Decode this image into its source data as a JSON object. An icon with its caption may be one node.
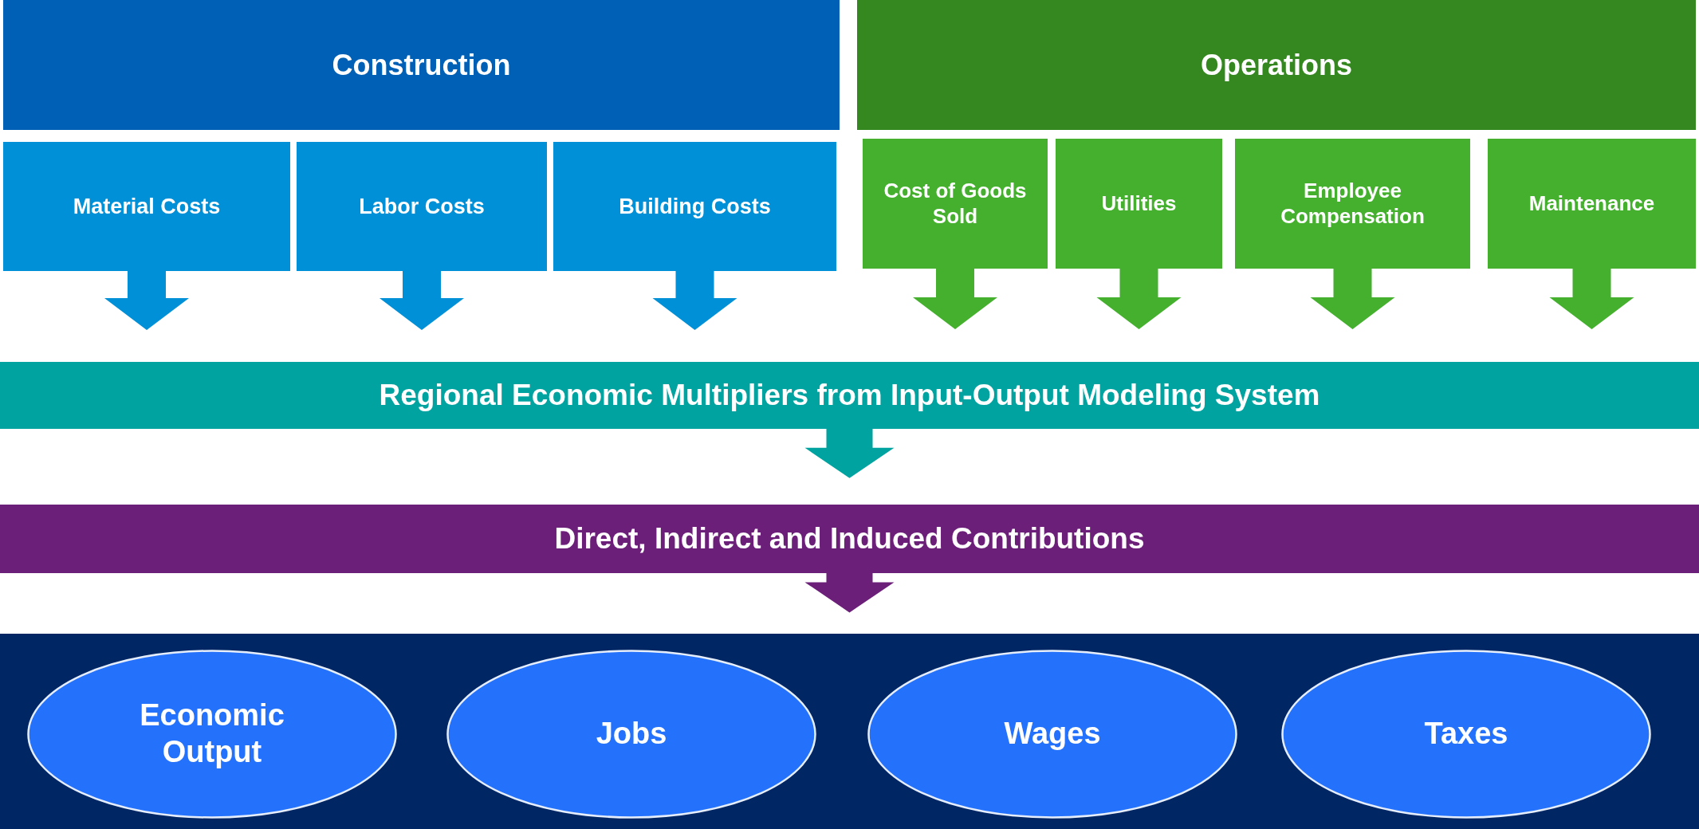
{
  "diagram": {
    "nodes": [
      {
        "text": [
          "Construction"
        ]
      },
      {
        "text": [
          "Operations"
        ]
      },
      {
        "text": [
          "Material Costs"
        ]
      },
      {
        "text": [
          "Labor Costs"
        ]
      },
      {
        "text": [
          "Building Costs"
        ]
      },
      {
        "text": [
          "Cost of Goods Sold"
        ]
      },
      {
        "text": [
          "Utilities"
        ]
      },
      {
        "text": [
          "Employee Compensation"
        ]
      },
      {
        "text": [
          "Maintenance"
        ]
      },
      {
        "text": [
          "Regional Economic Multipliers from Input-Output Modeling System"
        ]
      },
      {
        "text": [
          "Direct, Indirect and Induced Contributions"
        ]
      },
      {
        "text": [],
        "shape": "box"
      },
      {
        "text": [
          "Economic Output"
        ],
        "in": 11
      },
      {
        "text": [
          "Jobs"
        ],
        "in": 11
      },
      {
        "text": [
          "Wages"
        ],
        "in": 11
      },
      {
        "text": [
          "Taxes"
        ],
        "in": 11
      }
    ],
    "edges": [
      {
        "from": 2,
        "to": 9,
        "arrow": "to",
        "color": "#0090d8"
      },
      {
        "from": 3,
        "to": 9,
        "arrow": "to",
        "color": "#0090d8"
      },
      {
        "from": 4,
        "to": 9,
        "arrow": "to",
        "color": "#0090d8"
      },
      {
        "from": 5,
        "to": 9,
        "arrow": "to",
        "color": "#44b02e"
      },
      {
        "from": 6,
        "to": 9,
        "arrow": "to",
        "color": "#44b02e"
      },
      {
        "from": 7,
        "to": 9,
        "arrow": "to",
        "color": "#44b02e"
      },
      {
        "from": 8,
        "to": 9,
        "arrow": "to",
        "color": "#44b02e"
      },
      {
        "from": 9,
        "to": 10,
        "arrow": "to",
        "color": "#00a3a0"
      },
      {
        "from": 10,
        "to": 11,
        "arrow": "to",
        "color": "#6b1f78"
      }
    ]
  }
}
